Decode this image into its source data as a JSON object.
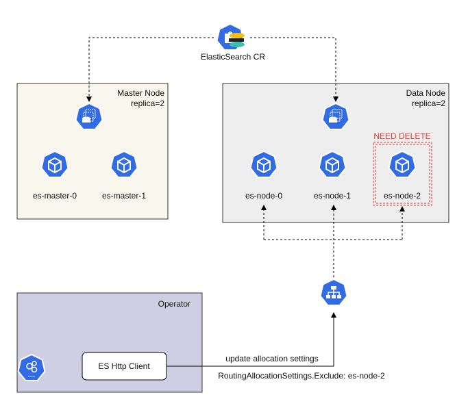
{
  "cr": {
    "label": "ElasticSearch CR"
  },
  "master": {
    "title": "Master Node",
    "replica": "replica=2",
    "pods": [
      "es-master-0",
      "es-master-1"
    ]
  },
  "data": {
    "title": "Data Node",
    "replica": "replica=2",
    "pods": [
      "es-node-0",
      "es-node-1",
      "es-node-2"
    ],
    "delete_label": "NEED DELETE"
  },
  "operator": {
    "title": "Operator",
    "client": "ES Http Client",
    "icon_label": "c-c-m"
  },
  "edge": {
    "label1": "update allocation settings",
    "label2": "RoutingAllocationSettings.Exclude: es-node-2"
  },
  "colors": {
    "k8s_blue": "#326ce5",
    "master_bg": "#f9f7ed",
    "data_bg": "#eeeeee",
    "operator_bg": "#d0cee2",
    "delete": "#e53935"
  }
}
